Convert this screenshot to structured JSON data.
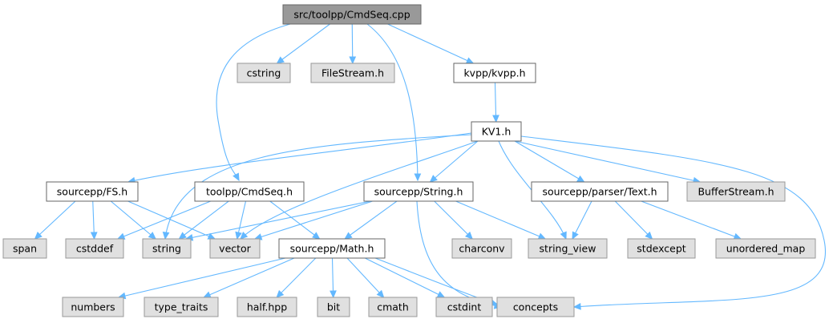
{
  "diagram": {
    "nodes": [
      {
        "id": "root",
        "label": "src/toolpp/CmdSeq.cpp",
        "style": "root"
      },
      {
        "id": "cstring",
        "label": "cstring",
        "style": "external"
      },
      {
        "id": "filestream",
        "label": "FileStream.h",
        "style": "external"
      },
      {
        "id": "kvpp",
        "label": "kvpp/kvpp.h",
        "style": "local"
      },
      {
        "id": "kv1",
        "label": "KV1.h",
        "style": "local"
      },
      {
        "id": "fs",
        "label": "sourcepp/FS.h",
        "style": "local"
      },
      {
        "id": "cmdseq",
        "label": "toolpp/CmdSeq.h",
        "style": "local"
      },
      {
        "id": "strh",
        "label": "sourcepp/String.h",
        "style": "local"
      },
      {
        "id": "text",
        "label": "sourcepp/parser/Text.h",
        "style": "local"
      },
      {
        "id": "bufferstream",
        "label": "BufferStream.h",
        "style": "external"
      },
      {
        "id": "span",
        "label": "span",
        "style": "external"
      },
      {
        "id": "cstddef",
        "label": "cstddef",
        "style": "external"
      },
      {
        "id": "string",
        "label": "string",
        "style": "external"
      },
      {
        "id": "vector",
        "label": "vector",
        "style": "external"
      },
      {
        "id": "math",
        "label": "sourcepp/Math.h",
        "style": "local"
      },
      {
        "id": "charconv",
        "label": "charconv",
        "style": "external"
      },
      {
        "id": "string_view",
        "label": "string_view",
        "style": "external"
      },
      {
        "id": "stdexcept",
        "label": "stdexcept",
        "style": "external"
      },
      {
        "id": "unordered_map",
        "label": "unordered_map",
        "style": "external"
      },
      {
        "id": "numbers",
        "label": "numbers",
        "style": "external"
      },
      {
        "id": "type_traits",
        "label": "type_traits",
        "style": "external"
      },
      {
        "id": "half",
        "label": "half.hpp",
        "style": "external"
      },
      {
        "id": "bit",
        "label": "bit",
        "style": "external"
      },
      {
        "id": "cmath",
        "label": "cmath",
        "style": "external"
      },
      {
        "id": "cstdint",
        "label": "cstdint",
        "style": "external"
      },
      {
        "id": "concepts",
        "label": "concepts",
        "style": "external"
      }
    ],
    "edges": [
      {
        "from": "root",
        "to": "cstring"
      },
      {
        "from": "root",
        "to": "filestream"
      },
      {
        "from": "root",
        "to": "kvpp"
      },
      {
        "from": "root",
        "to": "cmdseq"
      },
      {
        "from": "root",
        "to": "strh"
      },
      {
        "from": "kvpp",
        "to": "kv1"
      },
      {
        "from": "kv1",
        "to": "fs"
      },
      {
        "from": "kv1",
        "to": "string"
      },
      {
        "from": "kv1",
        "to": "vector"
      },
      {
        "from": "kv1",
        "to": "strh"
      },
      {
        "from": "kv1",
        "to": "string_view"
      },
      {
        "from": "kv1",
        "to": "text"
      },
      {
        "from": "kv1",
        "to": "bufferstream"
      },
      {
        "from": "kv1",
        "to": "concepts"
      },
      {
        "from": "fs",
        "to": "span"
      },
      {
        "from": "fs",
        "to": "cstddef"
      },
      {
        "from": "fs",
        "to": "string"
      },
      {
        "from": "fs",
        "to": "vector"
      },
      {
        "from": "cmdseq",
        "to": "cstddef"
      },
      {
        "from": "cmdseq",
        "to": "string"
      },
      {
        "from": "cmdseq",
        "to": "vector"
      },
      {
        "from": "cmdseq",
        "to": "math"
      },
      {
        "from": "strh",
        "to": "string"
      },
      {
        "from": "strh",
        "to": "vector"
      },
      {
        "from": "strh",
        "to": "math"
      },
      {
        "from": "strh",
        "to": "charconv"
      },
      {
        "from": "strh",
        "to": "string_view"
      },
      {
        "from": "strh",
        "to": "concepts"
      },
      {
        "from": "text",
        "to": "string_view"
      },
      {
        "from": "text",
        "to": "stdexcept"
      },
      {
        "from": "text",
        "to": "unordered_map"
      },
      {
        "from": "math",
        "to": "numbers"
      },
      {
        "from": "math",
        "to": "type_traits"
      },
      {
        "from": "math",
        "to": "half"
      },
      {
        "from": "math",
        "to": "bit"
      },
      {
        "from": "math",
        "to": "cmath"
      },
      {
        "from": "math",
        "to": "cstdint"
      },
      {
        "from": "math",
        "to": "concepts"
      }
    ]
  },
  "colors": {
    "root_fill": "#999999",
    "external_fill": "#e0e0e0",
    "external_stroke": "#999999",
    "local_fill": "#ffffff",
    "local_stroke": "#666666",
    "edge": "#63b8ff"
  }
}
